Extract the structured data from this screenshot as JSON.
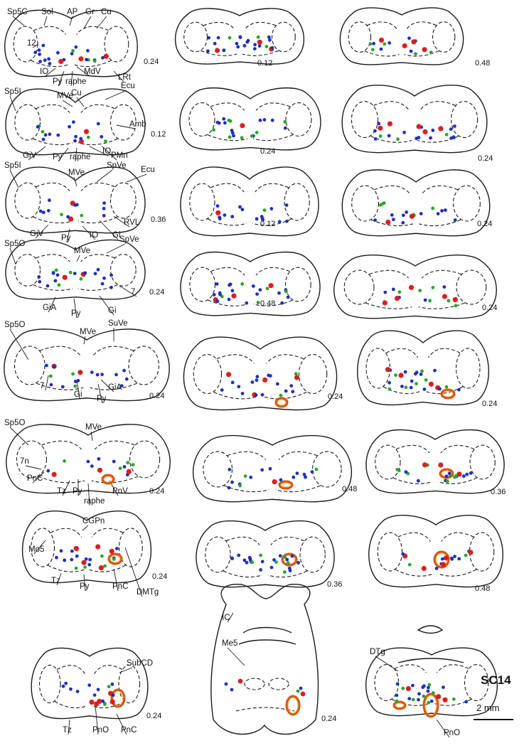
{
  "figure": {
    "case_id": "SC14",
    "scale_bar_label": "2 mm"
  },
  "colors": {
    "outline": "#1a1a1a",
    "blue_dot": "#1f2fbf",
    "green_dot": "#2aa62a",
    "red_dot": "#d92020",
    "injection_outer": "#d9540f",
    "injection_inner": "#f2a23a"
  },
  "sections": [
    {
      "id": "r1c1",
      "spacing": "0.24",
      "labels": [
        "Sp5C",
        "Sol",
        "AP",
        "Gr",
        "Cu",
        "12",
        "IO",
        "Py",
        "raphe",
        "MdV",
        "LRt"
      ]
    },
    {
      "id": "r1c2",
      "spacing": "0.12",
      "labels": []
    },
    {
      "id": "r1c3",
      "spacing": "0.48",
      "labels": []
    },
    {
      "id": "r2c1",
      "spacing": "0.12",
      "labels": [
        "Sp5I",
        "MVe",
        "Cu",
        "Ecu",
        "Amb",
        "GiV",
        "Py",
        "raphe",
        "IO",
        "PMn"
      ]
    },
    {
      "id": "r2c2",
      "spacing": "0.24",
      "labels": []
    },
    {
      "id": "r2c3",
      "spacing": "0.24",
      "labels": []
    },
    {
      "id": "r3c1",
      "spacing": "0.36",
      "labels": [
        "Sp5I",
        "MVe",
        "SpVe",
        "Ecu",
        "GiV",
        "Py",
        "IO",
        "Gi",
        "RVL"
      ]
    },
    {
      "id": "r3c2",
      "spacing": "0.12",
      "labels": []
    },
    {
      "id": "r3c3",
      "spacing": "0.24",
      "labels": []
    },
    {
      "id": "r4c1",
      "spacing": "0.24",
      "labels": [
        "Sp5O",
        "MVe",
        "SpVe",
        "7",
        "GiA",
        "Py",
        "Gi"
      ]
    },
    {
      "id": "r4c2",
      "spacing": "0.48",
      "labels": []
    },
    {
      "id": "r4c3",
      "spacing": "0.24",
      "labels": []
    },
    {
      "id": "r5c1",
      "spacing": "0.24",
      "labels": [
        "Sp5O",
        "MVe",
        "SuVe",
        "7",
        "Gi",
        "Py",
        "GiA"
      ]
    },
    {
      "id": "r5c2",
      "spacing": "0.24",
      "labels": []
    },
    {
      "id": "r5c3",
      "spacing": "0.24",
      "labels": []
    },
    {
      "id": "r6c1",
      "spacing": "0.24",
      "labels": [
        "Sp5O",
        "MVe",
        "7n",
        "PnC",
        "Tz",
        "Py",
        "raphe",
        "PnV"
      ]
    },
    {
      "id": "r6c2",
      "spacing": "0.48",
      "labels": []
    },
    {
      "id": "r6c3",
      "spacing": "0.36",
      "labels": []
    },
    {
      "id": "r7c1",
      "spacing": "0.24",
      "labels": [
        "CGPn",
        "Mo5",
        "Tz",
        "Py",
        "PnC",
        "DMTg"
      ]
    },
    {
      "id": "r7c2",
      "spacing": "0.36",
      "labels": []
    },
    {
      "id": "r7c3",
      "spacing": "0.48",
      "labels": []
    },
    {
      "id": "r8c1",
      "spacing": "0.24",
      "labels": [
        "SubCD",
        "Tz",
        "PnO",
        "PnC"
      ]
    },
    {
      "id": "r8c2",
      "spacing": "0.24",
      "labels": [
        "IC",
        "Me5"
      ]
    },
    {
      "id": "r8c3",
      "spacing": "",
      "labels": [
        "DTg",
        "PnO"
      ]
    }
  ]
}
